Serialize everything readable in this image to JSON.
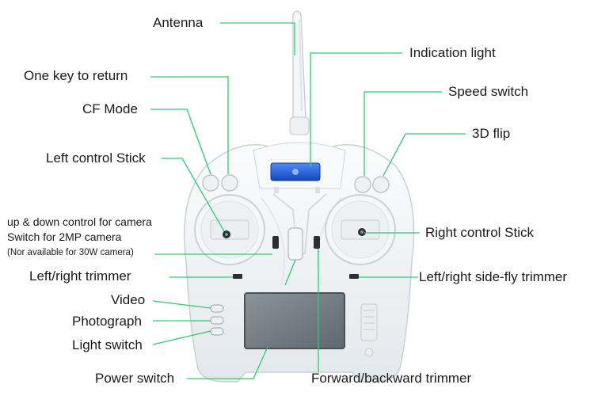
{
  "labels": {
    "antenna": "Antenna",
    "indication_light": "Indication light",
    "one_key_return": "One key to return",
    "speed_switch": "Speed switch",
    "cf_mode": "CF Mode",
    "flip_3d": "3D flip",
    "left_stick": "Left control Stick",
    "camera_line1": "up & down control for camera",
    "camera_line2": "Switch for 2MP camera",
    "camera_line3": "(Nor available for 30W camera)",
    "right_stick": "Right control Stick",
    "lr_trimmer": "Left/right trimmer",
    "lr_sidefly_trimmer": "Left/right side-fly trimmer",
    "video": "Video",
    "photograph": "Photograph",
    "light_switch": "Light switch",
    "power_switch": "Power switch",
    "fb_trimmer": "Forward/backward trimmer"
  },
  "colors": {
    "leader_line": "#2ecc71",
    "body": "#f2f5f7",
    "body_edge": "#c9d1d6",
    "indicator": "#1f5fd6",
    "screen": "#6f787f"
  }
}
